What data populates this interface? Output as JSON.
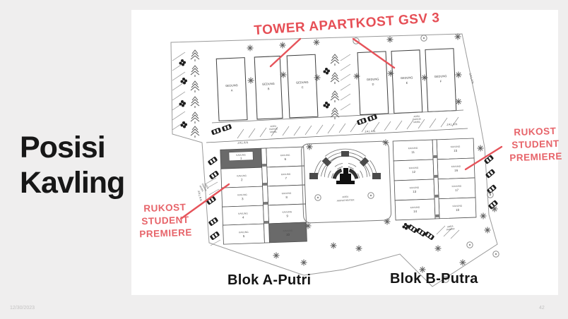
{
  "slide": {
    "title_lines": [
      "Posisi",
      "Kavling"
    ],
    "footer_date": "12/30/2023",
    "footer_page": "42"
  },
  "annotations": {
    "tower_label": "TOWER APARTKOST GSV 3",
    "rukost_lines": [
      "RUKOST",
      "STUDENT",
      "PREMIERE"
    ]
  },
  "map": {
    "gedung_word": "GEDUNG",
    "gedung_letters": [
      "A",
      "B",
      "C",
      "D",
      "E",
      "F"
    ],
    "kavling_word": "KAVLING",
    "blok_a": {
      "label": "Blok A-Putri",
      "nums": [
        "1",
        "2",
        "3",
        "4",
        "5",
        "6",
        "7",
        "8",
        "9",
        "10"
      ]
    },
    "blok_b": {
      "label": "Blok B-Putra",
      "nums": [
        "11",
        "12",
        "13",
        "14",
        "15",
        "16",
        "17",
        "18"
      ]
    },
    "amphitheater_lines": [
      "AREA",
      "AMPHITHEATER"
    ],
    "road_label": "JALAN",
    "parking_lines": [
      "AREA",
      "PARKIR",
      "MOBIL"
    ]
  },
  "colors": {
    "accent_red": "#e6535a",
    "sold_fill": "#6a6a6a",
    "slide_background": "#efeeee",
    "panel_background": "#ffffff"
  }
}
